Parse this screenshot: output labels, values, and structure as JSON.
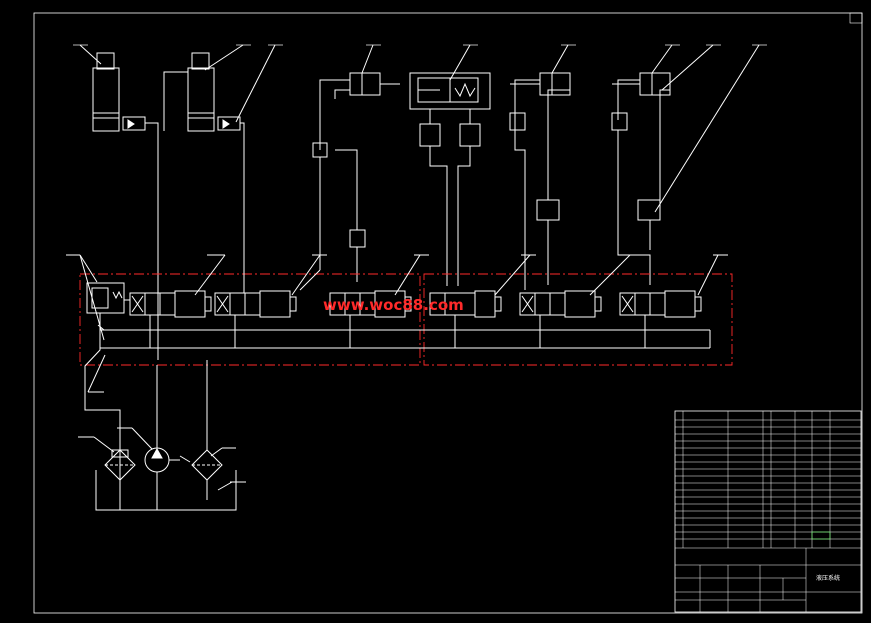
{
  "watermark": "www.woc88.com",
  "title_block": {
    "drawing_title": "液压系统"
  },
  "colors": {
    "background": "#000000",
    "lines": "#ffffff",
    "dashdot_boundary": "#ff2a2a",
    "title_block_green": "#66ff66",
    "title_block_red": "#ff3333",
    "watermark": "#ff2a2a"
  },
  "components": [
    {
      "id": "cyl-1",
      "icon": "hydraulic-cylinder-vertical"
    },
    {
      "id": "cyl-2",
      "icon": "hydraulic-cylinder-vertical"
    },
    {
      "id": "cyl-3",
      "icon": "hydraulic-cylinder-horizontal"
    },
    {
      "id": "cyl-4",
      "icon": "hydraulic-cylinder-spring"
    },
    {
      "id": "cyl-5",
      "icon": "hydraulic-cylinder-horizontal"
    },
    {
      "id": "cyl-6",
      "icon": "hydraulic-cylinder-horizontal"
    },
    {
      "id": "valve-row",
      "icon": "directional-control-valves"
    },
    {
      "id": "pump",
      "icon": "hydraulic-pump"
    },
    {
      "id": "filter-left",
      "icon": "filter"
    },
    {
      "id": "filter-right",
      "icon": "filter"
    },
    {
      "id": "relief-valve",
      "icon": "pressure-relief-valve"
    }
  ]
}
